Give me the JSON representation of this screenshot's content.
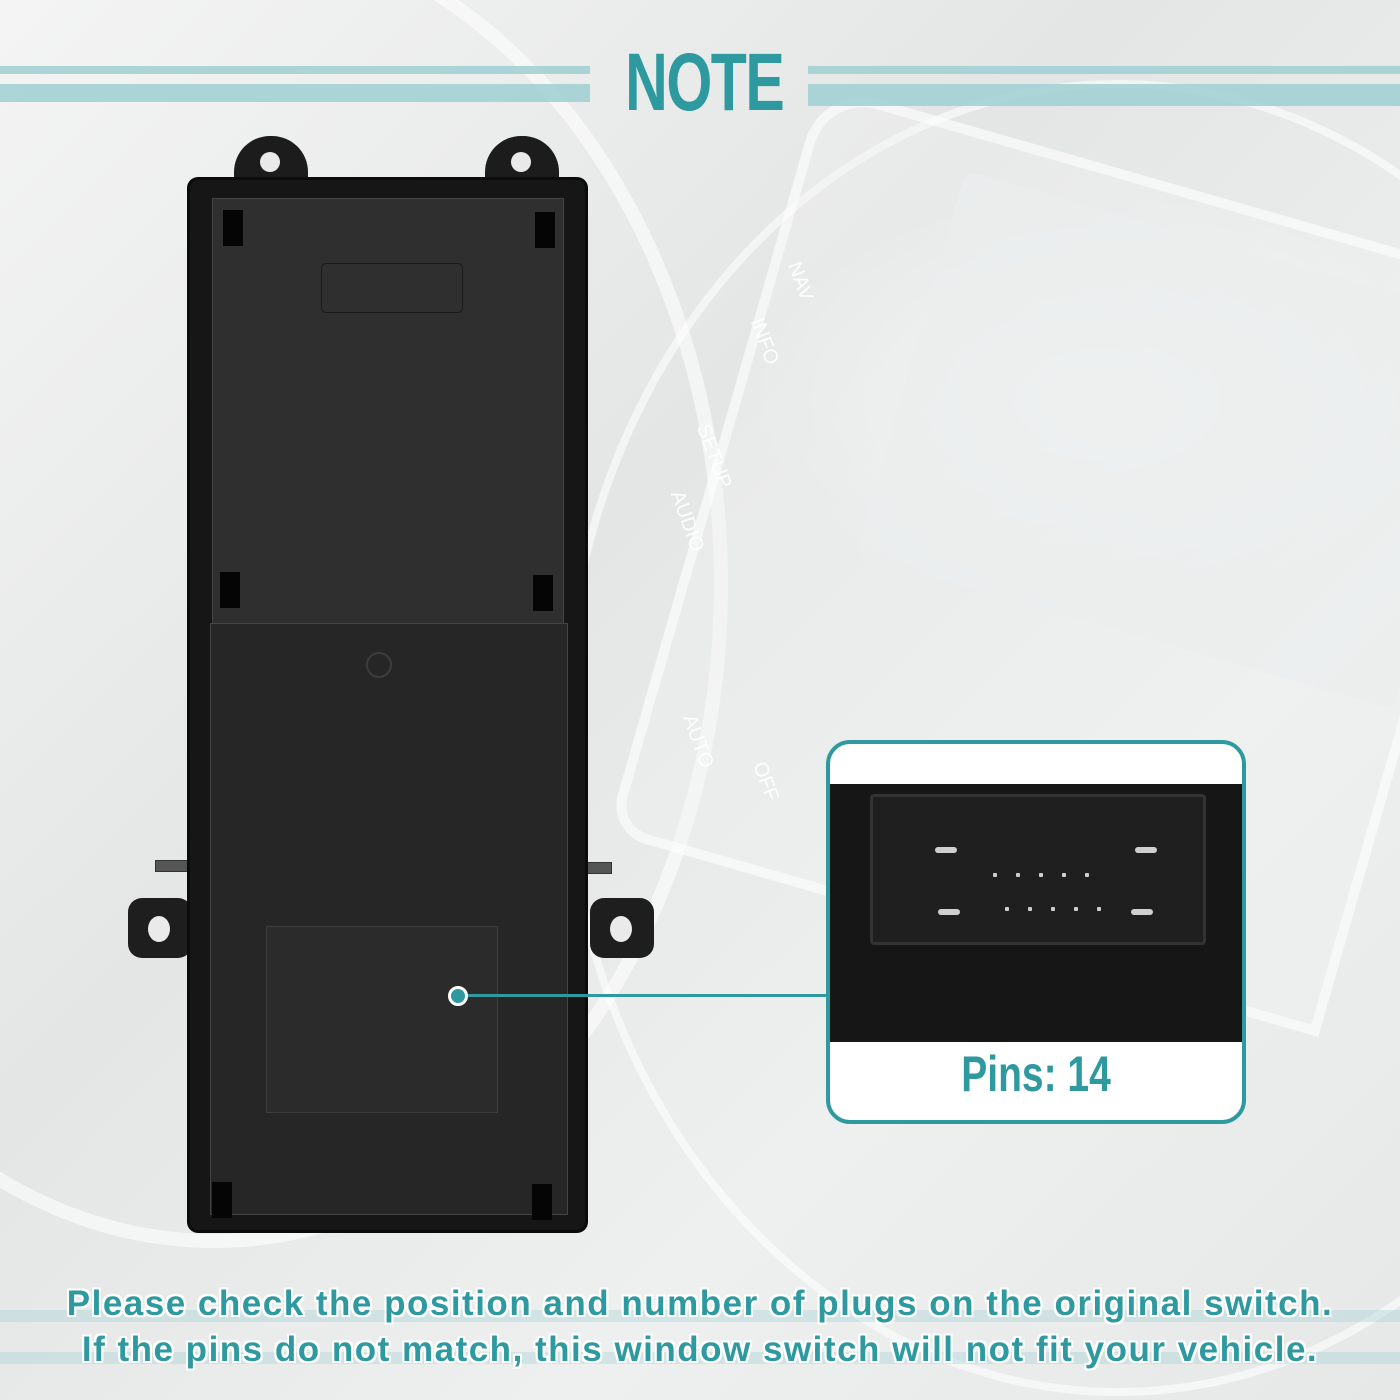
{
  "header": {
    "title": "NOTE"
  },
  "callout": {
    "label": "Pins: 14",
    "pin_count": 14
  },
  "footer": {
    "line1": "Please check the position and number of plugs on the original switch.",
    "line2": "If the pins do not match, this window switch will not fit your vehicle."
  },
  "background_labels": [
    "NAV",
    "INFO",
    "SETUP",
    "AUDIO",
    "AUTO",
    "OFF"
  ],
  "colors": {
    "accent": "#2e9aa0",
    "stripe": "#9fcfd2",
    "product": "#161616"
  }
}
